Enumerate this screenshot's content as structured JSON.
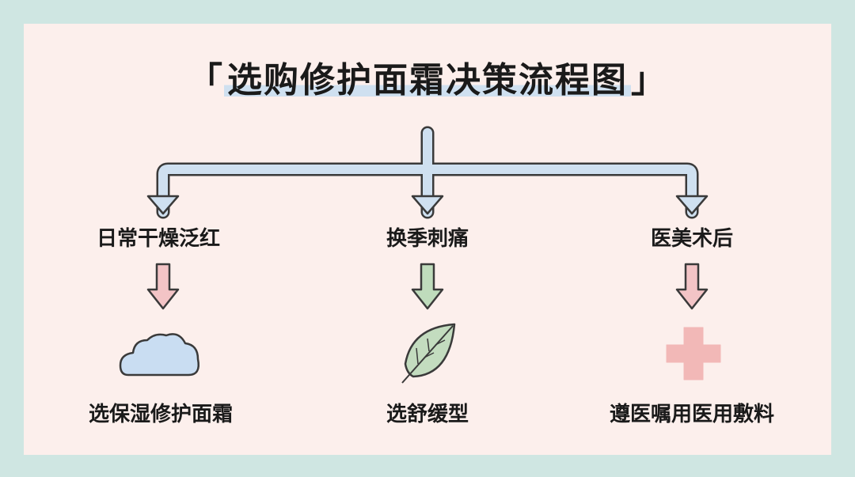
{
  "title": {
    "open_bracket": "「",
    "text": "选购修护面霜决策流程图",
    "close_bracket": "」"
  },
  "branches": [
    {
      "condition": "日常干燥泛红",
      "icon": "cloud-icon",
      "arrow_color": "#f3c4c6",
      "recommendation": "选保湿修护面霜"
    },
    {
      "condition": "换季刺痛",
      "icon": "leaf-icon",
      "arrow_color": "#bfdcbc",
      "recommendation": "选舒缓型"
    },
    {
      "condition": "医美术后",
      "icon": "medical-cross-icon",
      "arrow_color": "#f3c4c6",
      "recommendation": "遵医嘱用医用敷料"
    }
  ],
  "colors": {
    "background": "#cfe6e2",
    "card": "#fcefec",
    "connector": "#cfe0f0",
    "highlight": "#cfe0f0"
  }
}
